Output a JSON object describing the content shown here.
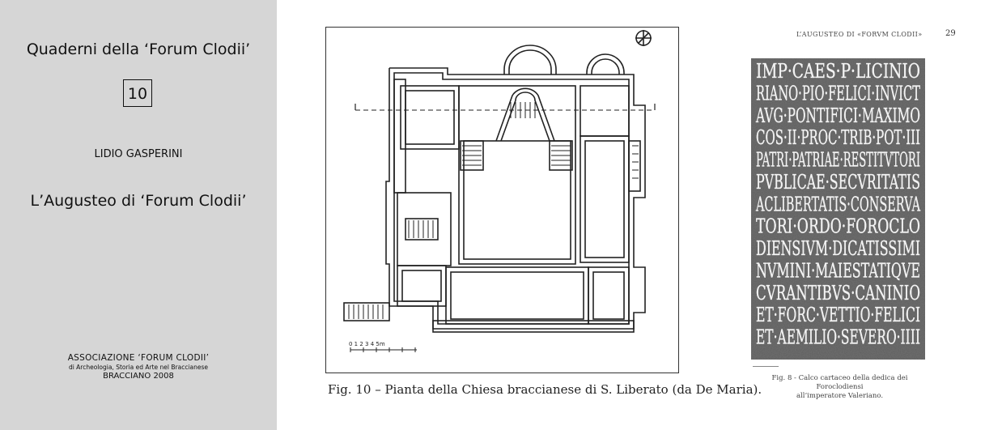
{
  "cover": {
    "series": "Quaderni della ‘Forum Clodii’",
    "number": "10",
    "author": "LIDIO GASPERINI",
    "title": "L’Augusteo di ‘Forum Clodii’",
    "association": "ASSOCIAZIONE ‘FORUM CLODII’",
    "association_sub": "di Archeologia, Storia ed Arte nel Braccianese",
    "place_year": "BRACCIANO 2008",
    "background_color": "#d6d6d6"
  },
  "plan_figure": {
    "scale_label": "0 1 2 3 4 5m",
    "caption": "Fig. 10 – Pianta della Chiesa braccianese di S. Liberato (da De Maria)."
  },
  "inscription_page": {
    "running_header": "L’AUGUSTEO DI «FORVM CLODII»",
    "page_number": "29",
    "inscription_lines": [
      "IMP·CAES·P·LICINIO",
      "RIANO·PIO·FELICI·INVICT",
      "AVG·PONTIFICI·MAXIMO",
      "COS·II·PROC·TRIB·POT·III",
      "PATRI·PATRIAE·RESTITVTORI",
      "PVBLICAE·SECVRITATIS",
      "ACLIBERTATIS·CONSERVA",
      "TORI·ORDO·FOROCLO",
      "DIENSIVM·DICATISSIMI",
      "NVMINI·MAIESTATIQVE",
      "CVRANTIBVS·CANINIO",
      "ET·FORC·VETTIO·FELICI",
      "ET·AEMILIO·SEVERO·IIII"
    ],
    "caption_line1": "Fig. 8 - Calco cartaceo della dedica dei Foroclodiensi",
    "caption_line2": "all’imperatore Valeriano."
  }
}
